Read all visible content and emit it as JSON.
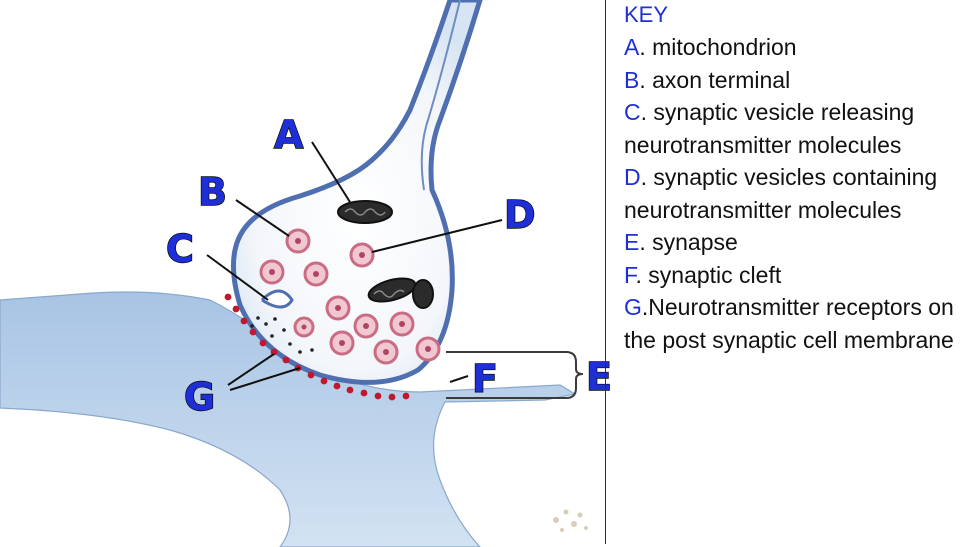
{
  "diagram": {
    "labels": {
      "A": "A",
      "B": "B",
      "C": "C",
      "D": "D",
      "E": "E",
      "F": "F",
      "G": "G"
    },
    "colors": {
      "label": "#1f2fd8",
      "membrane": "#4f6fb0",
      "vesicle": "#c96c84",
      "receptor": "#c0182e",
      "cell": "#b8d0ea"
    }
  },
  "key": {
    "title": "KEY",
    "items": [
      {
        "letter": "A",
        "text": ". mitochondrion"
      },
      {
        "letter": "B",
        "text": ". axon terminal"
      },
      {
        "letter": "C",
        "text": ". synaptic vesicle releasing neurotransmitter molecules"
      },
      {
        "letter": "D",
        "text": ". synaptic vesicles containing neurotransmitter molecules"
      },
      {
        "letter": "E",
        "text": ". synapse"
      },
      {
        "letter": "F",
        "text": ". synaptic cleft"
      },
      {
        "letter": "G",
        "text": ".Neurotransmitter receptors on the post synaptic cell membrane"
      }
    ]
  }
}
